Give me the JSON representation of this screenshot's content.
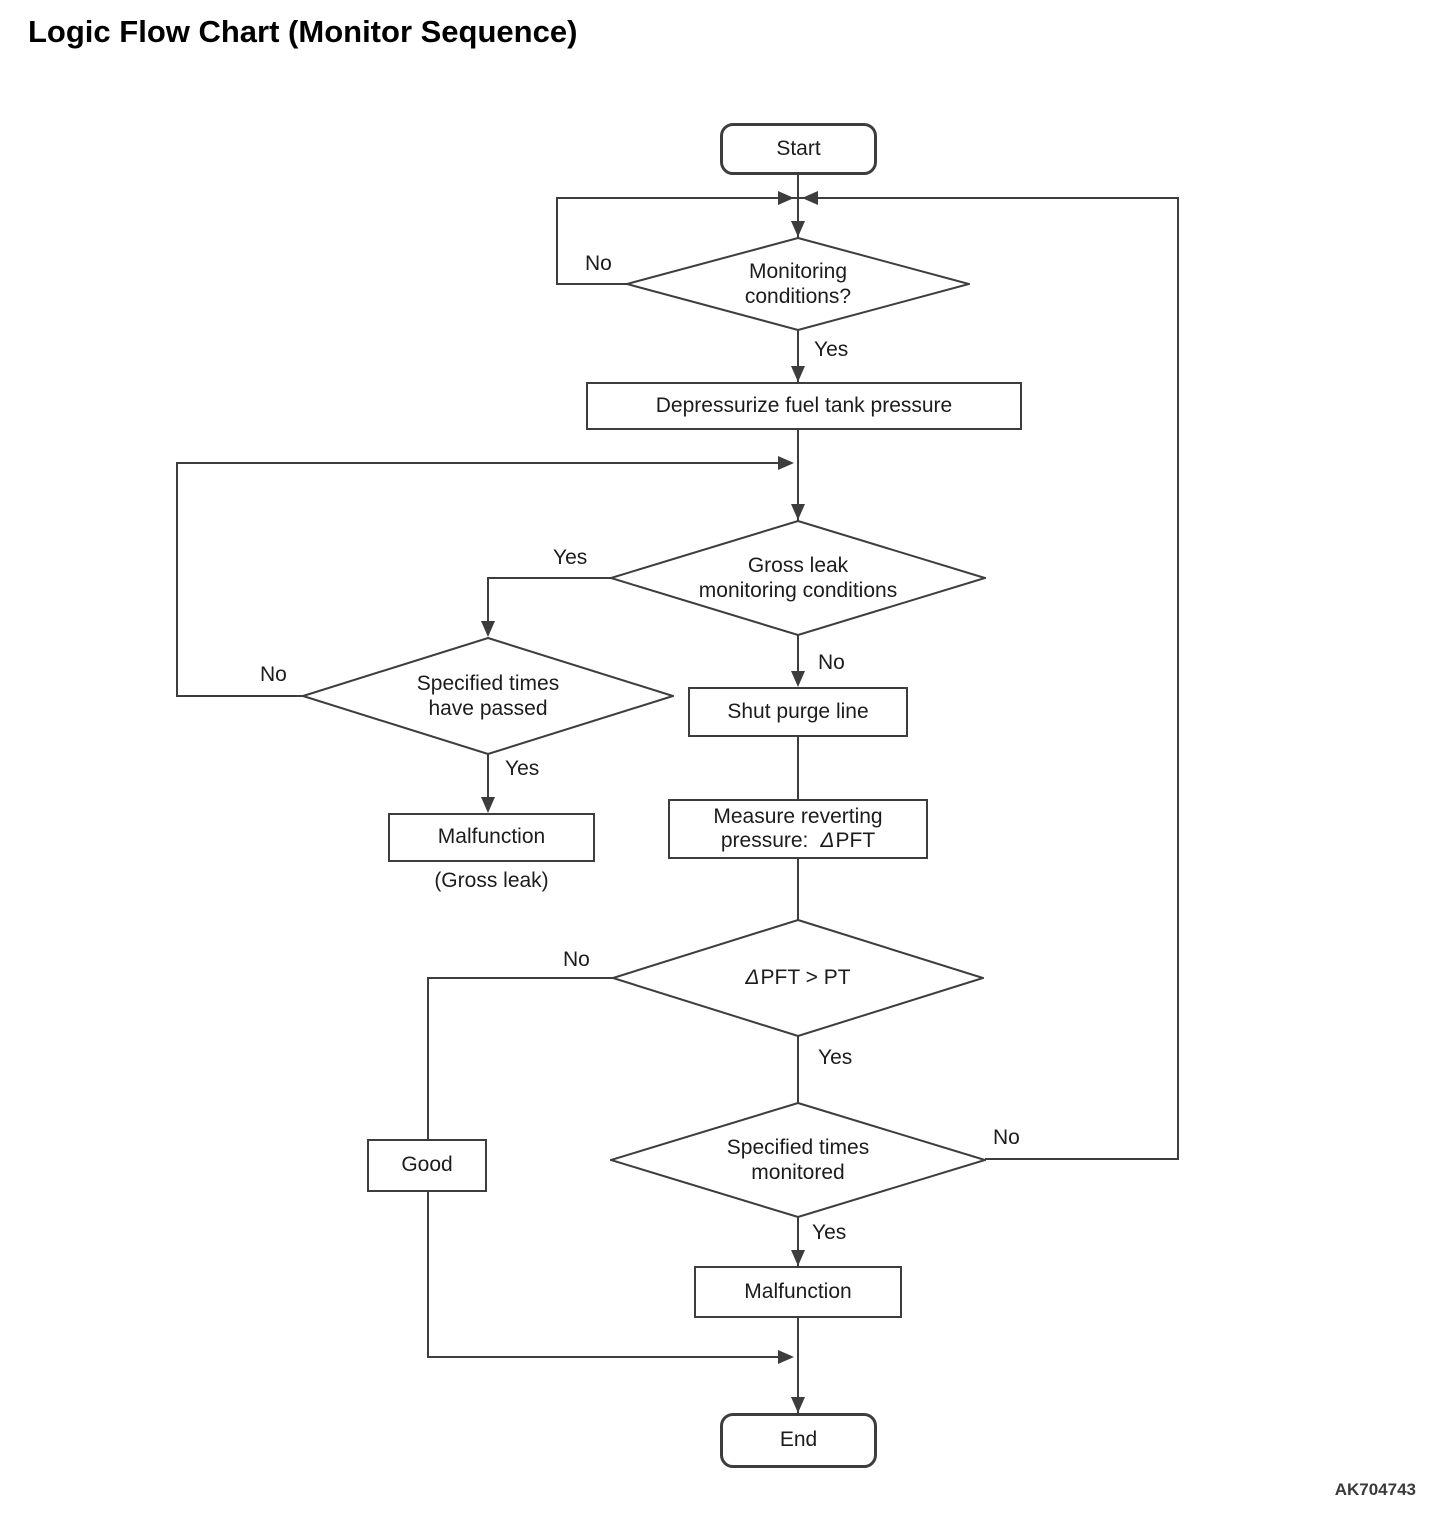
{
  "title": "Logic Flow Chart (Monitor Sequence)",
  "figure_code": "AK704743",
  "delta": "Δ",
  "colors": {
    "line": "#3d3d3d",
    "text": "#1c1c1c",
    "background": "#ffffff"
  },
  "nodes": {
    "start": {
      "label": "Start"
    },
    "monitoring_conditions": {
      "line1": "Monitoring",
      "line2": "conditions?"
    },
    "depressurize": {
      "label": "Depressurize fuel tank pressure"
    },
    "gross_leak": {
      "line1": "Gross leak",
      "line2": "monitoring conditions"
    },
    "specified_times_passed": {
      "line1": "Specified times",
      "line2": "have passed"
    },
    "shut_purge": {
      "label": "Shut purge line"
    },
    "malfunction_gross": {
      "label": "Malfunction",
      "sublabel": "(Gross leak)"
    },
    "measure_pressure": {
      "line1": "Measure reverting",
      "line2_prefix": "pressure:",
      "line2_value": "PFT"
    },
    "pft_compare": {
      "rest": "PFT > PT"
    },
    "specified_times_monitored": {
      "line1": "Specified times",
      "line2": "monitored"
    },
    "good": {
      "label": "Good"
    },
    "malfunction": {
      "label": "Malfunction"
    },
    "end": {
      "label": "End"
    }
  },
  "edge_labels": {
    "monitoring_no": "No",
    "monitoring_yes": "Yes",
    "gross_leak_yes": "Yes",
    "gross_leak_no": "No",
    "specified_passed_no": "No",
    "specified_passed_yes": "Yes",
    "pft_no": "No",
    "pft_yes": "Yes",
    "specified_monitored_no": "No",
    "specified_monitored_yes": "Yes"
  }
}
